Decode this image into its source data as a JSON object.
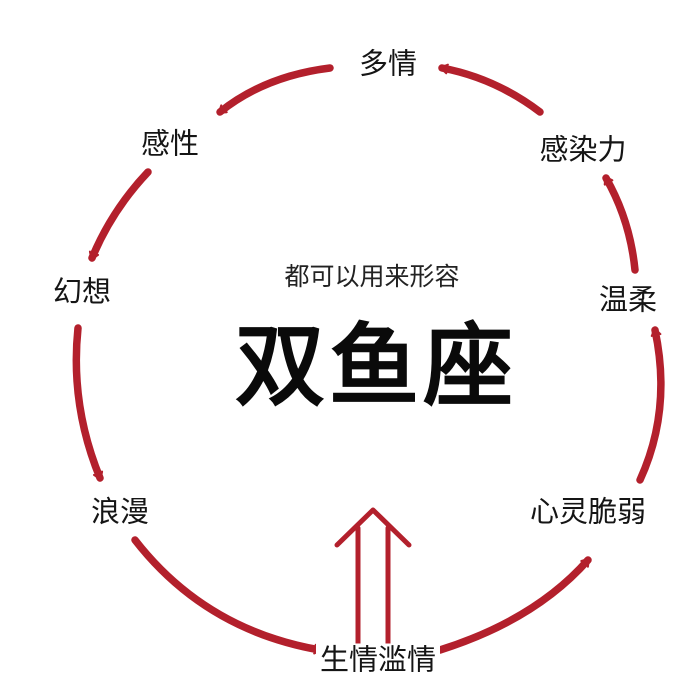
{
  "subtitle": "都可以用来形容",
  "title": "双鱼座",
  "nodes": {
    "duoqing": "多情",
    "gan_xing": "感性",
    "huanxiang": "幻想",
    "langman": "浪漫",
    "shengqing_lanqing": "生情滥情",
    "xinling_cuiruo": "心灵脆弱",
    "wenrou": "温柔",
    "ganranli": "感染力"
  },
  "colors": {
    "arrow": "#b3202c",
    "text": "#151515",
    "background": "#ffffff"
  }
}
